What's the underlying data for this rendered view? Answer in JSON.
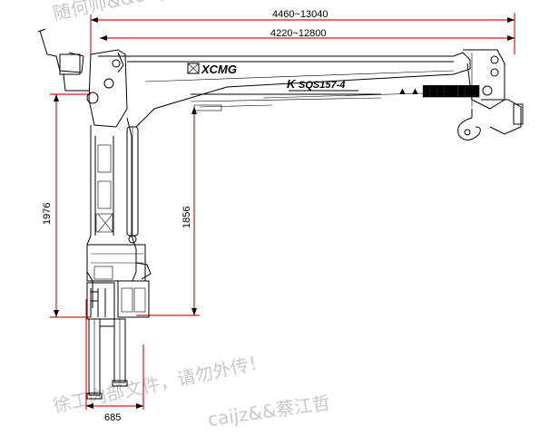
{
  "dimensions": {
    "max_reach_total": "4460~13040",
    "boom_reach": "4220~12800",
    "column_height": "1976",
    "boom_pivot_height": "1856",
    "base_width": "685"
  },
  "labels": {
    "brand": "XCMG",
    "model": "SQS157-4",
    "model_prefix": "K",
    "warning_text": "▲ ▲ ████████"
  },
  "watermarks": {
    "top": "随何帅&&caijz&&蔡江",
    "middle": "徐工内部文件，请勿外传！",
    "bottom": "caijz&&蔡江哲"
  },
  "colors": {
    "dimension_line": "#e0151b",
    "drawing": "#000000",
    "watermark": "#c8c8c8"
  }
}
